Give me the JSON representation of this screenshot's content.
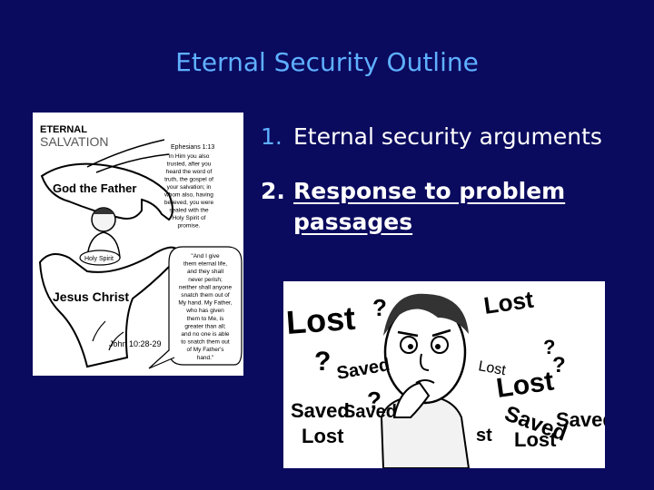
{
  "title": "Eternal Security Outline",
  "list": [
    {
      "num": "1.",
      "text": "Eternal security arguments"
    },
    {
      "num": "2.",
      "text": "Response  to problem passages"
    }
  ],
  "image1": {
    "header_line1": "ETERNAL",
    "header_line2": "SALVATION",
    "verse_ref": "Ephesians 1:13",
    "verse_lines": [
      "In Him you also",
      "trusted, after you",
      "heard the word of",
      "truth, the gospel of",
      "your salvation; in",
      "whom also, having",
      "believed, you were",
      "sealed with the",
      "Holy Spirit of",
      "promise."
    ],
    "upper_hand_label": "God the Father",
    "figure_label": "Holy Spirit",
    "lower_hand_label": "Jesus Christ",
    "quote_lines": [
      "\"And I give",
      "them eternal life,",
      "and they shall",
      "never perish;",
      "neither shall anyone",
      "snatch them out of",
      "My hand. My Father,",
      "who has given",
      "them to Me, is",
      "greater than all;",
      "and no one is able",
      "to snatch them out",
      "of My Father's",
      "hand.\""
    ],
    "quote_ref": "John 10:28-29"
  },
  "image2": {
    "words": [
      "Lost",
      "?",
      "Saved",
      "?",
      "Saved",
      "Lost",
      "Saved",
      "?",
      "Lost",
      "?",
      "Lost",
      "Saved",
      "Lost",
      "Lost",
      "Saved",
      "?",
      "st"
    ]
  },
  "colors": {
    "background": "#0a0a5e",
    "title": "#5fb0ff",
    "text": "#ffffff"
  }
}
